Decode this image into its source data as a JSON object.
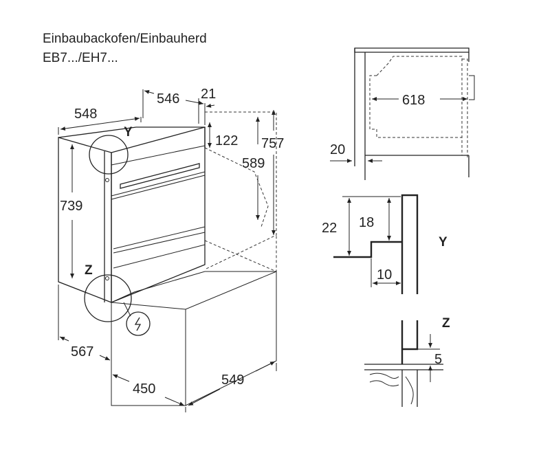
{
  "title": {
    "line1": "Einbaubackofen/Einbauherd",
    "line2": "EB7.../EH7..."
  },
  "main_view": {
    "dims": {
      "d548": "548",
      "d546": "546",
      "d21": "21",
      "d122": "122",
      "d757": "757",
      "d589": "589",
      "d739": "739",
      "d567": "567",
      "d450": "450",
      "d549": "549"
    },
    "labels": {
      "y": "Y",
      "z": "Z"
    },
    "icons": [
      "power-connection-icon"
    ]
  },
  "side_view": {
    "dims": {
      "d618": "618",
      "d20": "20"
    }
  },
  "detail_y": {
    "label": "Y",
    "dims": {
      "d22": "22",
      "d18": "18",
      "d10": "10"
    }
  },
  "detail_z": {
    "label": "Z",
    "dims": {
      "d5": "5"
    }
  }
}
